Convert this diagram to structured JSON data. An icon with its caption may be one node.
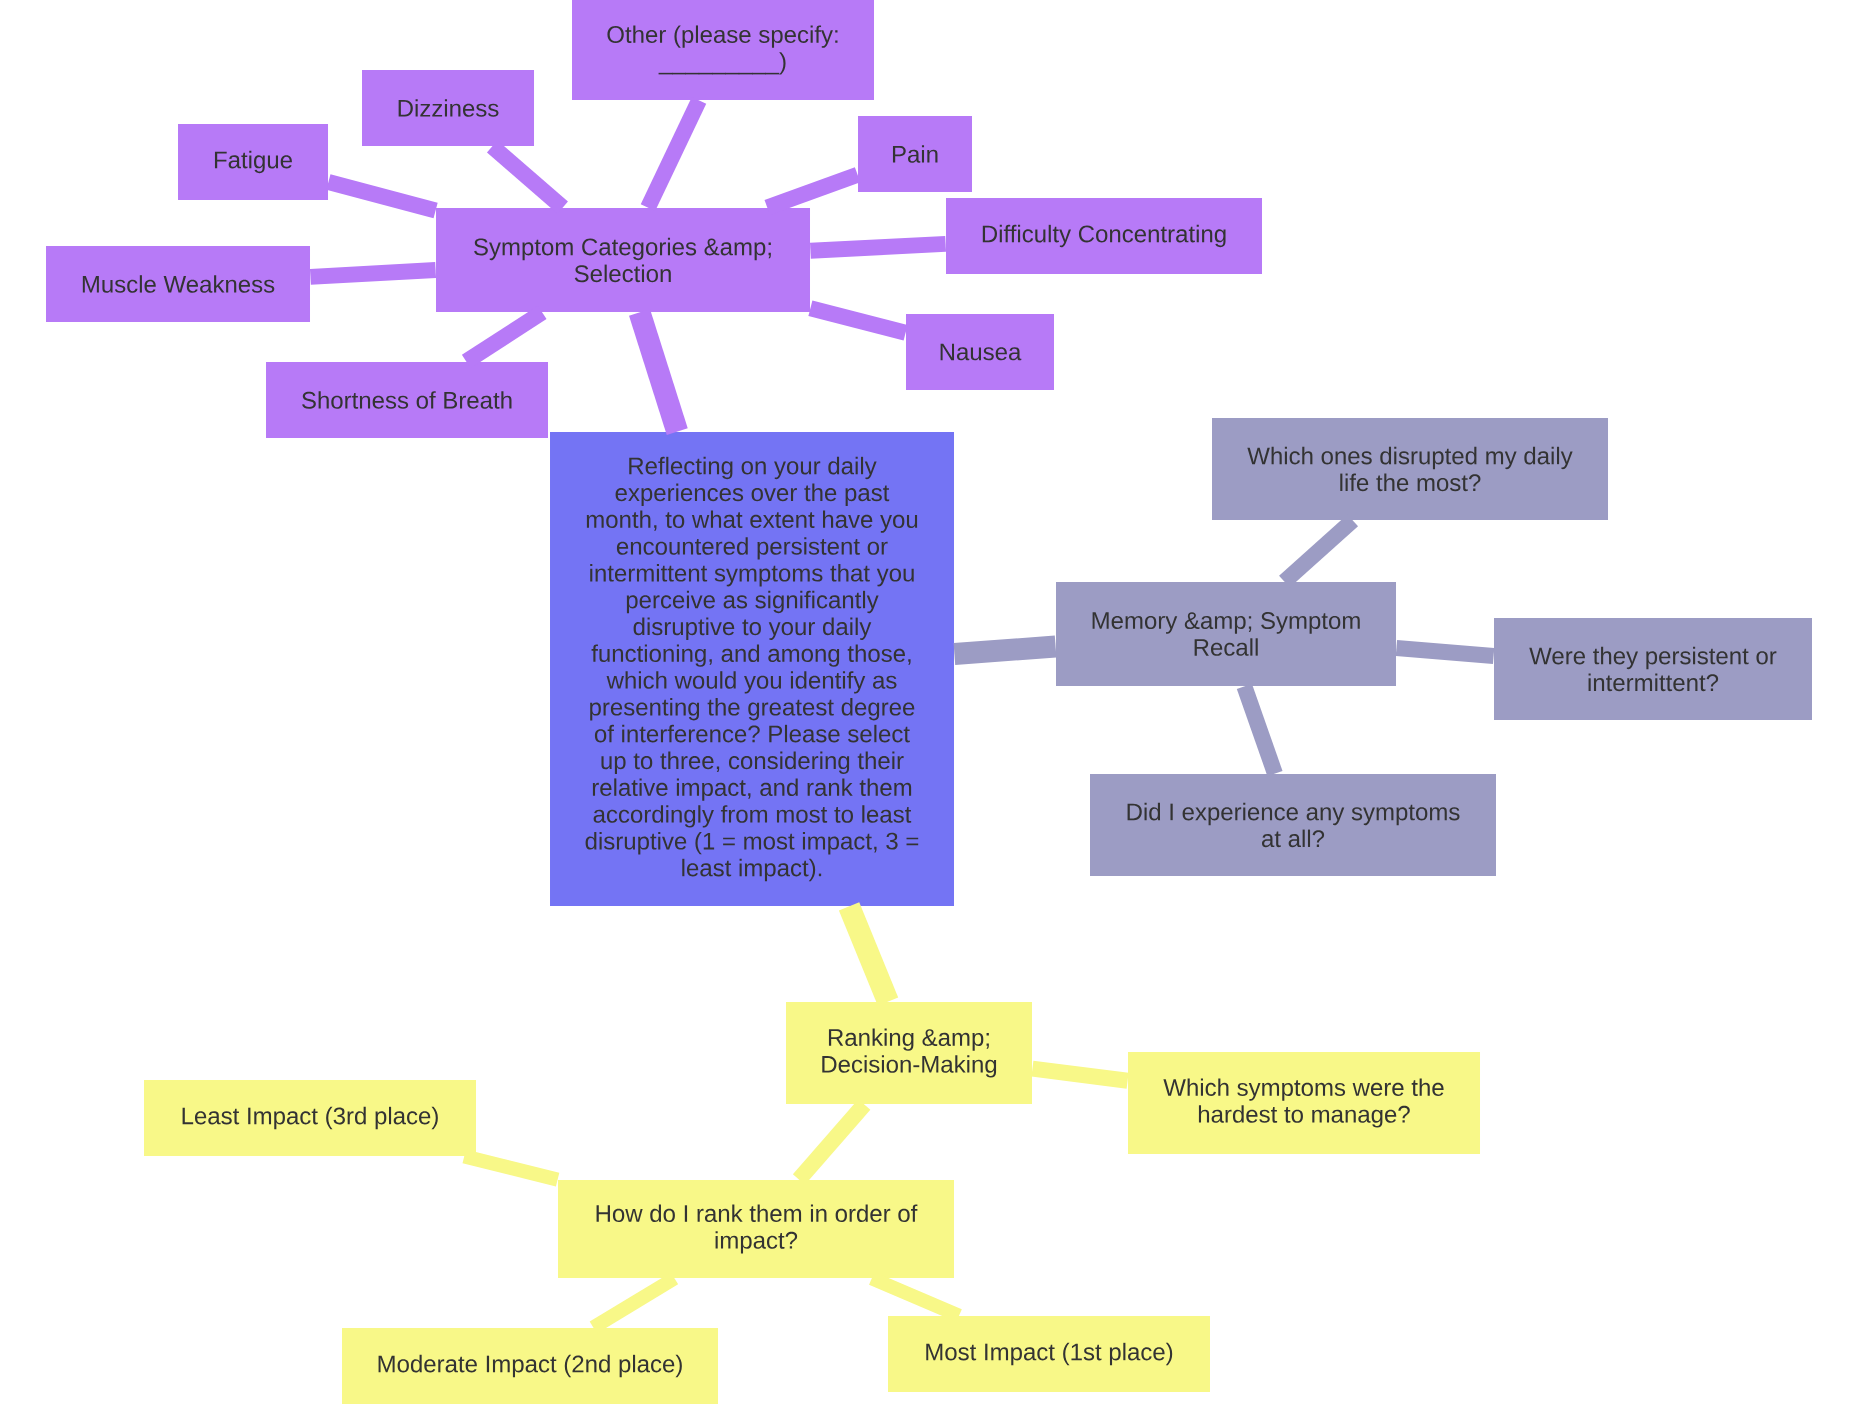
{
  "diagram": {
    "nodes": [
      {
        "text": [
          "Reflecting on your daily experiences over the past month, to what extent have you encountered persistent or intermittent symptoms that you perceive as significantly disruptive to your daily functioning, and among those, which would you identify as presenting the greatest degree of interference? Please select up to three, considering their relative impact, and rank them accordingly from most to least disruptive (1 = most impact, 3 = least impact)."
        ]
      },
      {
        "text": [
          "Symptom Categories &amp; Selection"
        ]
      },
      {
        "text": [
          "Other (please specify: _________)"
        ]
      },
      {
        "text": [
          "Dizziness"
        ]
      },
      {
        "text": [
          "Fatigue"
        ]
      },
      {
        "text": [
          "Pain"
        ]
      },
      {
        "text": [
          "Difficulty Concentrating"
        ]
      },
      {
        "text": [
          "Muscle Weakness"
        ]
      },
      {
        "text": [
          "Nausea"
        ]
      },
      {
        "text": [
          "Shortness of Breath"
        ]
      },
      {
        "text": [
          "Memory &amp; Symptom Recall"
        ]
      },
      {
        "text": [
          "Which ones disrupted my daily life the most?"
        ]
      },
      {
        "text": [
          "Were they persistent or intermittent?"
        ]
      },
      {
        "text": [
          "Did I experience any symptoms at all?"
        ]
      },
      {
        "text": [
          "Ranking &amp; Decision-Making"
        ]
      },
      {
        "text": [
          "Which symptoms were the hardest to manage?"
        ]
      },
      {
        "text": [
          "How do I rank them in order of impact?"
        ]
      },
      {
        "text": [
          "Least Impact (3rd place)"
        ]
      },
      {
        "text": [
          "Moderate Impact (2nd place)"
        ]
      },
      {
        "text": [
          "Most Impact (1st place)"
        ]
      }
    ],
    "edges": [
      {
        "from": 0,
        "to": 1,
        "arrow": "none"
      },
      {
        "from": 1,
        "to": 2,
        "arrow": "none"
      },
      {
        "from": 1,
        "to": 3,
        "arrow": "none"
      },
      {
        "from": 1,
        "to": 4,
        "arrow": "none"
      },
      {
        "from": 1,
        "to": 5,
        "arrow": "none"
      },
      {
        "from": 1,
        "to": 6,
        "arrow": "none"
      },
      {
        "from": 1,
        "to": 7,
        "arrow": "none"
      },
      {
        "from": 1,
        "to": 8,
        "arrow": "none"
      },
      {
        "from": 1,
        "to": 9,
        "arrow": "none"
      },
      {
        "from": 0,
        "to": 10,
        "arrow": "none",
        "color": "#9c9cc4"
      },
      {
        "from": 10,
        "to": 11,
        "arrow": "none",
        "color": "#9c9cc4"
      },
      {
        "from": 10,
        "to": 12,
        "arrow": "none",
        "color": "#9c9cc4"
      },
      {
        "from": 10,
        "to": 13,
        "arrow": "none",
        "color": "#9c9cc4"
      },
      {
        "from": 0,
        "to": 14,
        "arrow": "none",
        "color": "#f8f888"
      },
      {
        "from": 14,
        "to": 15,
        "arrow": "none",
        "color": "#f8f888"
      },
      {
        "from": 14,
        "to": 16,
        "arrow": "none",
        "color": "#f8f888"
      },
      {
        "from": 16,
        "to": 17,
        "arrow": "none",
        "color": "#f8f888"
      },
      {
        "from": 16,
        "to": 18,
        "arrow": "none",
        "color": "#f8f888"
      },
      {
        "from": 16,
        "to": 19,
        "arrow": "none",
        "color": "#f8f888"
      }
    ]
  }
}
